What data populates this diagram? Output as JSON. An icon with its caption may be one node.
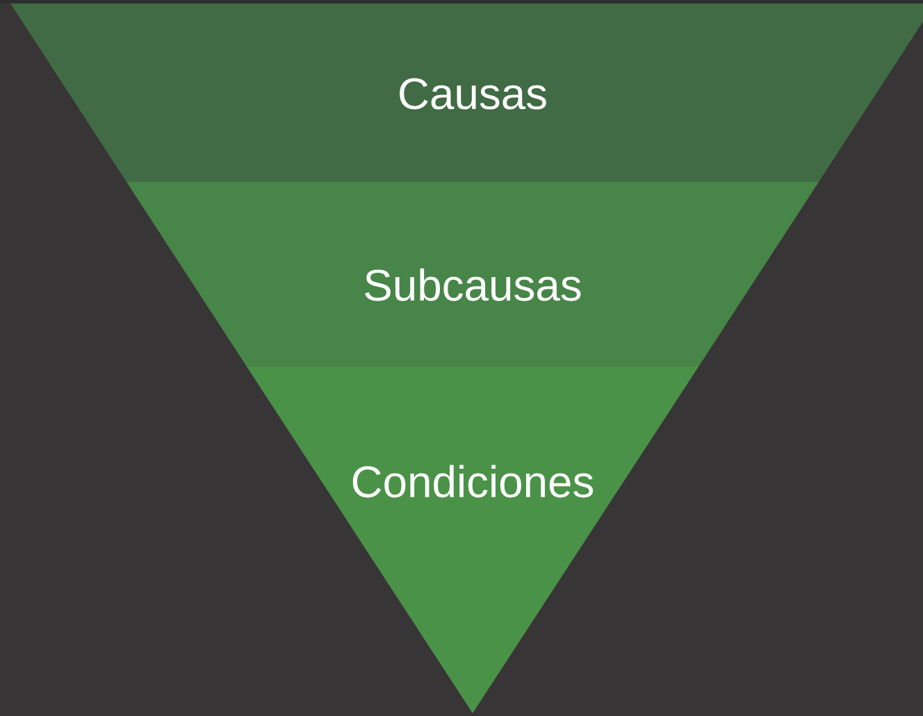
{
  "diagram": {
    "nodes": [
      {
        "text": [
          "Causas"
        ]
      },
      {
        "text": [
          "Subcausas"
        ]
      },
      {
        "text": [
          "Condiciones"
        ]
      }
    ]
  }
}
